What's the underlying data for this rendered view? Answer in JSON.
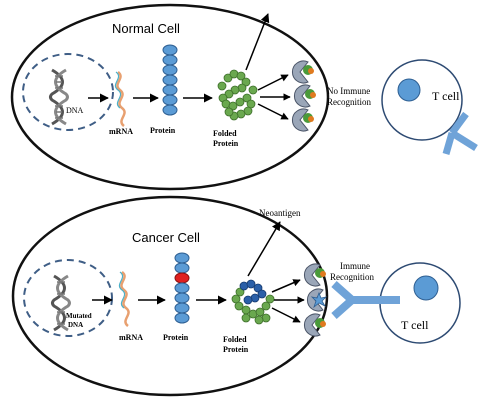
{
  "normal_panel": {
    "title": "Normal Cell",
    "dna_label": "DNA",
    "mrna_label": "mRNA",
    "protein_label": "Protein",
    "folded_label_line1": "Folded",
    "folded_label_line2": "Protein",
    "outcome_line1": "No Immune",
    "outcome_line2": "Recognition",
    "tcell_label": "T cell"
  },
  "cancer_panel": {
    "title": "Cancer Cell",
    "dna_label_line1": "Mutated",
    "dna_label_line2": "DNA",
    "mrna_label": "mRNA",
    "protein_label": "Protein",
    "folded_label_line1": "Folded",
    "folded_label_line2": "Protein",
    "neoantigen_label": "Neoantigen",
    "outcome_line1": "Immune",
    "outcome_line2": "Recognition",
    "tcell_label": "T cell"
  },
  "colors": {
    "cell_border": "#111111",
    "dashed_nucleus": "#3f5e86",
    "protein_bead": "#5b9bd5",
    "mutant_bead": "#e02020",
    "tcell_border": "#2e4b73",
    "tcell_nucleus": "#5b9bd5",
    "receptor": "#6fa3d8",
    "mhc": "#9aa6b8",
    "peptide_green": "#4a9a3a",
    "peptide_orange": "#e07a1f",
    "folded_green": "#6aa84f",
    "folded_blue": "#2a5fa8"
  }
}
